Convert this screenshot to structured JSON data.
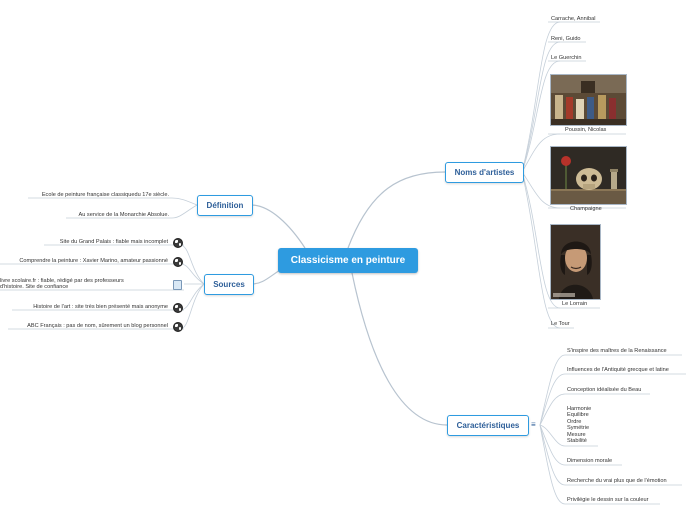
{
  "central": {
    "label": "Classicisme en peinture"
  },
  "definition": {
    "label": "Définition",
    "items": [
      "Ecole de peinture française classiquedu 17e siècle.",
      "Au service de la Monarchie Absolue."
    ]
  },
  "sources": {
    "label": "Sources",
    "items": [
      {
        "text": "Site du Grand Palais : fiable mais incomplet",
        "icon": "globe-icon"
      },
      {
        "text": "Comprendre la peinture : Xavier Marino, amateur passionné",
        "icon": "globe-icon"
      },
      {
        "text": "livre scolaire.fr : fiable, rédigé par des professeurs d'histoire. Site de confiance",
        "icon": "document-icon"
      },
      {
        "text": "Histoire de l'art : site très bien présenté mais anonyme",
        "icon": "globe-icon"
      },
      {
        "text": "ABC Français : pas de nom, sûrement un blog personnel",
        "icon": "globe-icon"
      }
    ]
  },
  "artists": {
    "label": "Noms d'artistes",
    "items": [
      "Carrache, Annibal",
      "Reni, Guido",
      "Le Guerchin",
      "Poussin, Nicolas",
      "Champaigne",
      "Le Lorrain",
      "Le Tour"
    ]
  },
  "characteristics": {
    "label": "Caractéristiques",
    "note_icon": "note-icon",
    "items": [
      "S'inspire des maîtres de la Renaissance",
      "Influences de l'Antiquité grecque et latine",
      "Conception idéalisée du Beau",
      "Harmonie\nEquilibre\nOrdre\nSymétrie\nMesure\nStabilité",
      "Dimension morale",
      "Recherche du vrai plus que de l'émotion",
      "Privilégie le dessin sur la couleur"
    ]
  },
  "colors": {
    "accent": "#2e9be0",
    "edge": "#a9b7c6",
    "text": "#333333"
  }
}
